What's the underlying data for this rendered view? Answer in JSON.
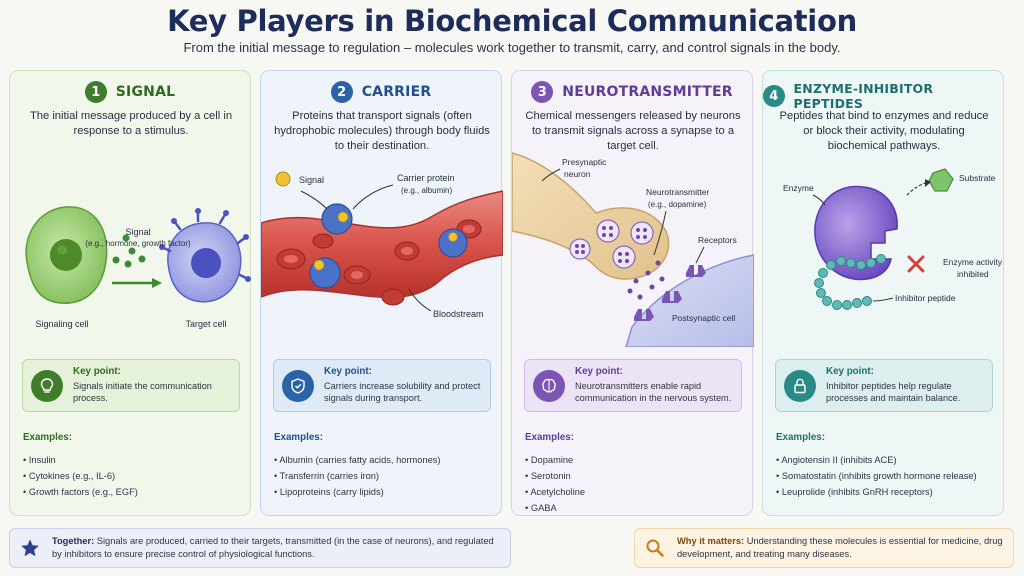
{
  "header": {
    "title": "Key Players in Biochemical Communication",
    "subtitle": "From the initial message to regulation – molecules work together to transmit, carry, and control signals in the body."
  },
  "cards": [
    {
      "number": "1",
      "title": "SIGNAL",
      "color": "#3f7d2c",
      "description": "The initial message produced by a cell in response to a stimulus.",
      "illustration": {
        "label_signal": "Signal",
        "label_signal_sub": "(e.g., hormone, growth factor)",
        "label_signaling_cell": "Signaling cell",
        "label_target_cell": "Target cell"
      },
      "key_label": "Key point:",
      "key_text": "Signals initiate the communication process.",
      "key_icon": "lightbulb-icon",
      "examples_label": "Examples:",
      "examples": [
        "Insulin",
        "Cytokines (e.g., IL-6)",
        "Growth factors (e.g., EGF)"
      ]
    },
    {
      "number": "2",
      "title": "CARRIER",
      "color": "#2b63a8",
      "description": "Proteins that transport signals (often hydrophobic molecules) through body fluids to their destination.",
      "illustration": {
        "label_signal": "Signal",
        "label_carrier": "Carrier protein",
        "label_carrier_sub": "(e.g., albumin)",
        "label_bloodstream": "Bloodstream"
      },
      "key_label": "Key point:",
      "key_text": "Carriers increase solubility and protect signals during transport.",
      "key_icon": "shield-icon",
      "examples_label": "Examples:",
      "examples": [
        "Albumin (carries fatty acids, hormones)",
        "Transferrin (carries iron)",
        "Lipoproteins (carry lipids)"
      ]
    },
    {
      "number": "3",
      "title": "NEUROTRANSMITTER",
      "color": "#7b55b3",
      "description": "Chemical messengers released by neurons to transmit signals across a synapse to a target cell.",
      "illustration": {
        "label_presynaptic": "Presynaptic",
        "label_presynaptic_2": "neuron",
        "label_nt": "Neurotransmitter",
        "label_nt_sub": "(e.g., dopamine)",
        "label_receptors": "Receptors",
        "label_postsynaptic": "Postsynaptic cell"
      },
      "key_label": "Key point:",
      "key_text": "Neurotransmitters enable rapid communication in the nervous system.",
      "key_icon": "brain-icon",
      "examples_label": "Examples:",
      "examples": [
        "Dopamine",
        "Serotonin",
        "Acetylcholine",
        "GABA"
      ]
    },
    {
      "number": "4",
      "title": "ENZYME-INHIBITOR PEPTIDES",
      "color": "#2a8a87",
      "description": "Peptides that bind to enzymes and reduce or block their activity, modulating biochemical pathways.",
      "illustration": {
        "label_enzyme": "Enzyme",
        "label_substrate": "Substrate",
        "label_activity": "Enzyme activity",
        "label_activity_2": "inhibited",
        "label_inhibitor": "Inhibitor peptide"
      },
      "key_label": "Key point:",
      "key_text": "Inhibitor peptides help regulate processes and maintain balance.",
      "key_icon": "lock-icon",
      "examples_label": "Examples:",
      "examples": [
        "Angiotensin II (inhibits ACE)",
        "Somatostatin (inhibits growth hormone release)",
        "Leuprolide (inhibits GnRH receptors)"
      ]
    }
  ],
  "footer": {
    "together_label": "Together:",
    "together_text": "Signals are produced, carried to their targets, transmitted (in the case of neurons), and regulated by inhibitors to ensure precise control of physiological functions.",
    "together_icon": "star-icon",
    "why_label": "Why it matters:",
    "why_text": "Understanding these molecules is essential for medicine, drug development, and treating many diseases.",
    "why_icon": "magnifier-icon"
  }
}
